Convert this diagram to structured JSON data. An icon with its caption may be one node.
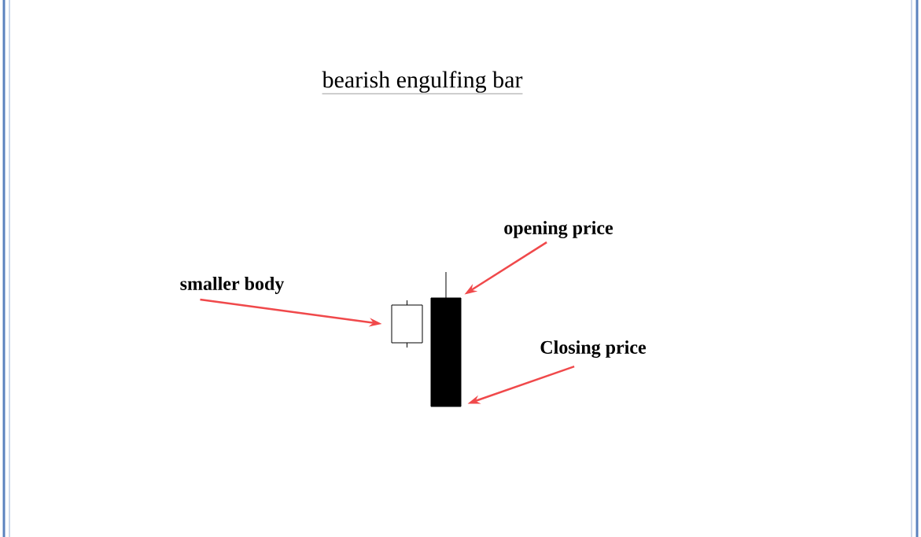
{
  "diagram": {
    "title": "bearish engulfing bar",
    "nodes": [
      {
        "text": [
          "smaller body"
        ]
      },
      {
        "text": [
          "opening price"
        ]
      },
      {
        "text": [
          "Closing price"
        ]
      },
      {
        "text": [],
        "shape": "bar"
      },
      {
        "text": [],
        "shape": "bar"
      }
    ],
    "edges": [
      {
        "from": 0,
        "to": 3,
        "arrow": "to"
      },
      {
        "from": 1,
        "to": 4,
        "arrow": "to"
      },
      {
        "from": 2,
        "to": 4,
        "arrow": "to"
      }
    ]
  }
}
